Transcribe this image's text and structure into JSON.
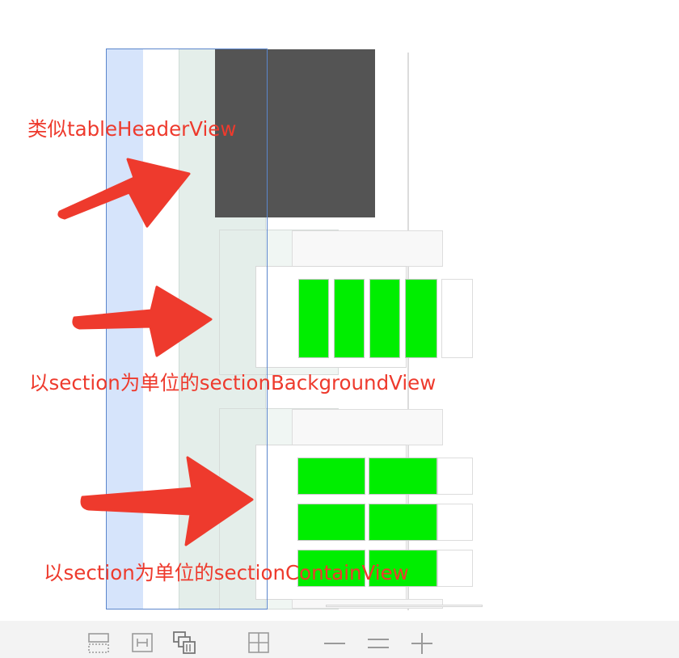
{
  "annotations": {
    "header_label": "类似tableHeaderView",
    "background_label": "以section为单位的sectionBackgroundView",
    "contain_label": "以section为单位的sectionContainView"
  },
  "colors": {
    "annotation": "#ee3a2d",
    "header_view": "#545454",
    "cell_fill": "#00ee00",
    "frame_border": "#5b86cc",
    "blue_strip": "#d6e4fb",
    "teal_strip": "#e4eeea"
  },
  "toolbar": {
    "icons": [
      "embed-in-stack-icon",
      "horizontal-spacing-icon",
      "stacked-views-icon",
      "grid-icon",
      "single-line-icon",
      "double-line-icon",
      "plus-icon"
    ]
  }
}
